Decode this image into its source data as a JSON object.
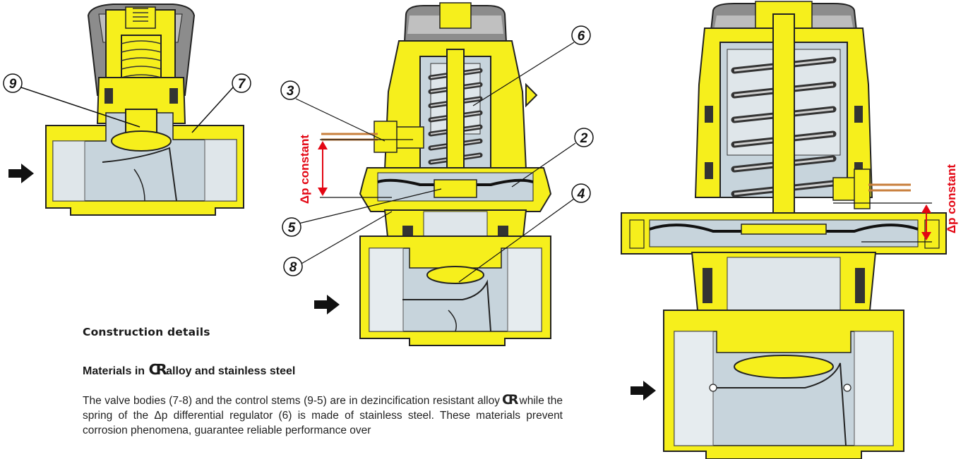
{
  "callouts": {
    "c9": "9",
    "c7": "7",
    "c3": "3",
    "c6": "6",
    "c2": "2",
    "c5": "5",
    "c4": "4",
    "c8": "8"
  },
  "dp_label_middle": "Δp constant",
  "dp_label_right": "Δp constant",
  "section_title": "Construction details",
  "materials": {
    "title_before": "Materials in",
    "title_logo": "CR",
    "title_after": "alloy and stainless steel",
    "body_part1": "The valve bodies (7-8) and the control stems (9-5) are in dezincification resistant alloy",
    "body_logo": "CR",
    "body_part2": "while the spring of the Δp differential regulator (6) is made of stainless steel. These materials prevent corrosion phenomena, guarantee reliable performance over"
  },
  "colors": {
    "brass": "#f6ef1c",
    "brass_dark": "#c9c200",
    "grey_cap": "#8c8c8c",
    "light_grey": "#d9d9d9",
    "water": "#c7d4dc",
    "red": "#e30613",
    "dark": "#111111"
  },
  "icons": [
    "flow-arrow-icon",
    "cr-logo-icon"
  ]
}
